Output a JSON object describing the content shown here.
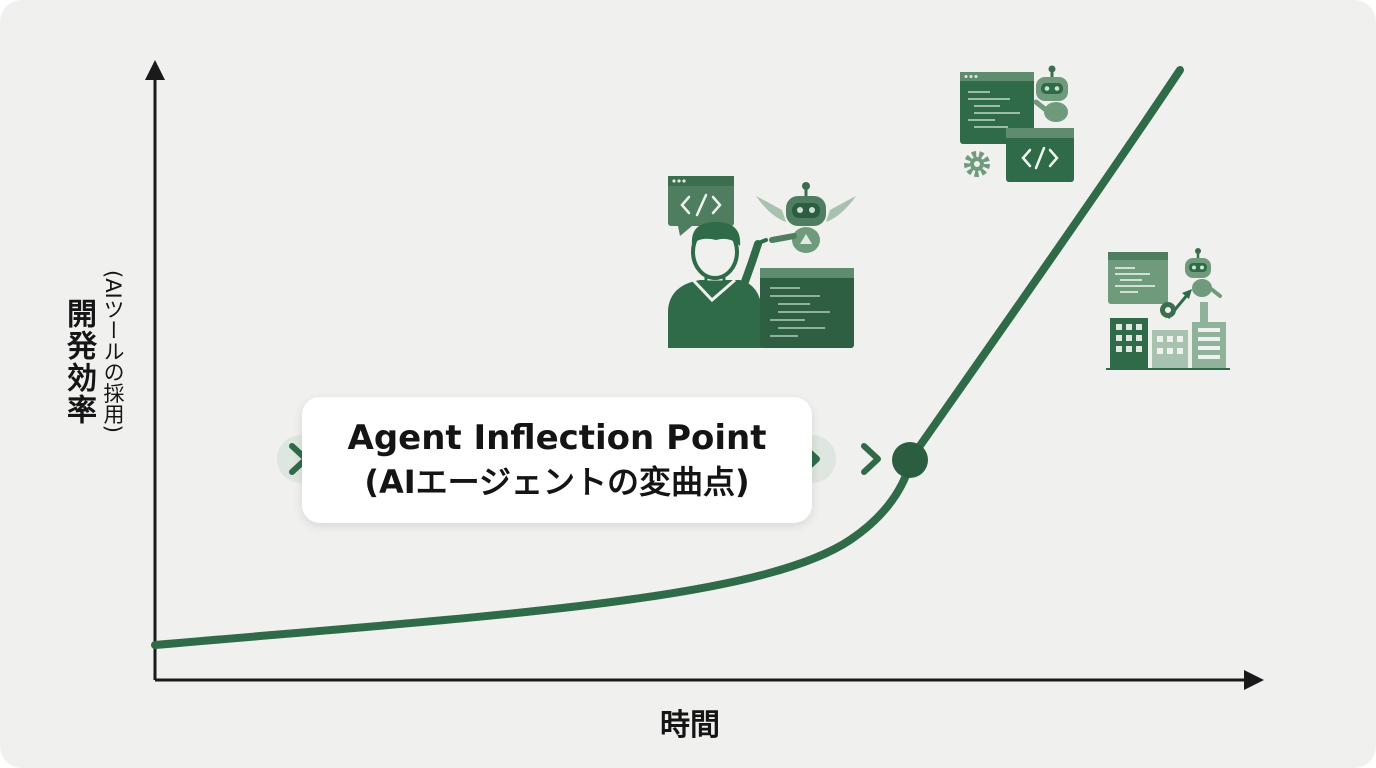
{
  "axes": {
    "y_label": "開発効率",
    "y_sublabel": "(AIツールの採用)",
    "x_label": "時間"
  },
  "callout": {
    "line1": "Agent Inflection Point",
    "line2": "(AIエージェントの変曲点)"
  },
  "icons": {
    "developer_with_ai": "developer-with-robot-illustration",
    "ai_coding": "robot-coding-windows-illustration",
    "ai_enterprise": "robot-buildings-illustration",
    "chevron": "chevron-right-icon"
  },
  "colors": {
    "background": "#f0f0ee",
    "curve": "#2f6b48",
    "accent_dark": "#3b6e4e",
    "accent_light": "#6f9a7c",
    "axis": "#1a1a1a"
  }
}
